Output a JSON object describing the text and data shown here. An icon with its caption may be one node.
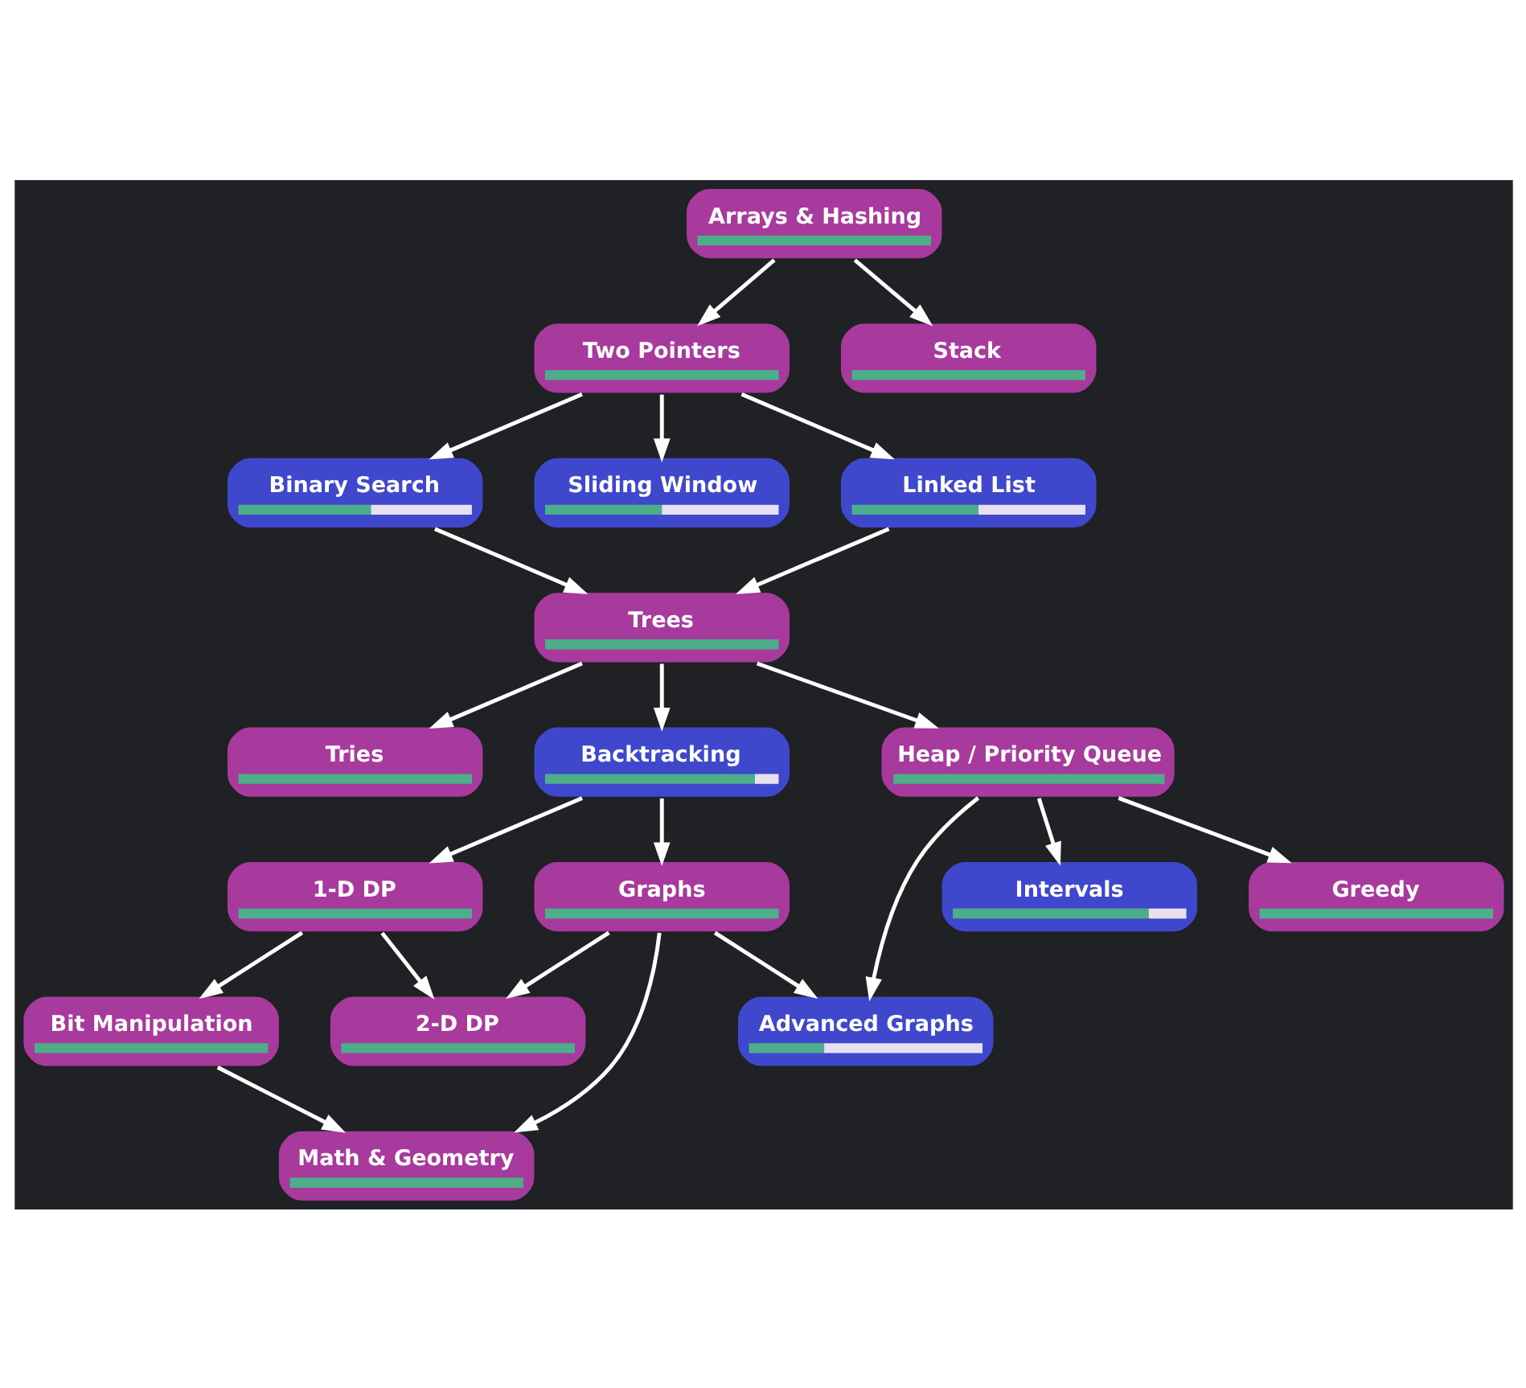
{
  "diagram": {
    "nodes": [
      {
        "text": [
          "Arrays & Hashing"
        ]
      },
      {
        "text": [
          "Two Pointers"
        ]
      },
      {
        "text": [
          "Stack"
        ]
      },
      {
        "text": [
          "Binary Search"
        ]
      },
      {
        "text": [
          "Sliding Window"
        ]
      },
      {
        "text": [
          "Linked List"
        ]
      },
      {
        "text": [
          "Trees"
        ]
      },
      {
        "text": [
          "Tries"
        ]
      },
      {
        "text": [
          "Backtracking"
        ]
      },
      {
        "text": [
          "Heap / Priority Queue"
        ]
      },
      {
        "text": [
          "Graphs"
        ]
      },
      {
        "text": [
          "1-D DP"
        ]
      },
      {
        "text": [
          "Intervals"
        ]
      },
      {
        "text": [
          "Greedy"
        ]
      },
      {
        "text": [
          "Advanced Graphs"
        ]
      },
      {
        "text": [
          "2-D DP"
        ]
      },
      {
        "text": [
          "Bit Manipulation"
        ]
      },
      {
        "text": [
          "Math & Geometry"
        ]
      }
    ],
    "edges": [
      {
        "from": 0,
        "to": 1,
        "arrow": "to"
      },
      {
        "from": 0,
        "to": 2,
        "arrow": "to"
      },
      {
        "from": 1,
        "to": 3,
        "arrow": "to"
      },
      {
        "from": 1,
        "to": 4,
        "arrow": "to"
      },
      {
        "from": 1,
        "to": 5,
        "arrow": "to"
      },
      {
        "from": 3,
        "to": 6,
        "arrow": "to"
      },
      {
        "from": 5,
        "to": 6,
        "arrow": "to"
      },
      {
        "from": 6,
        "to": 7,
        "arrow": "to"
      },
      {
        "from": 6,
        "to": 9,
        "arrow": "to"
      },
      {
        "from": 6,
        "to": 8,
        "arrow": "to"
      },
      {
        "from": 8,
        "to": 10,
        "arrow": "to"
      },
      {
        "from": 8,
        "to": 11,
        "arrow": "to"
      },
      {
        "from": 9,
        "to": 12,
        "arrow": "to"
      },
      {
        "from": 9,
        "to": 13,
        "arrow": "to"
      },
      {
        "from": 9,
        "to": 14,
        "arrow": "to"
      },
      {
        "from": 10,
        "to": 14,
        "arrow": "to"
      },
      {
        "from": 10,
        "to": 15,
        "arrow": "to"
      },
      {
        "from": 10,
        "to": 17,
        "arrow": "to"
      },
      {
        "from": 11,
        "to": 15,
        "arrow": "to"
      },
      {
        "from": 11,
        "to": 16,
        "arrow": "to"
      },
      {
        "from": 16,
        "to": 17,
        "arrow": "to"
      }
    ]
  }
}
